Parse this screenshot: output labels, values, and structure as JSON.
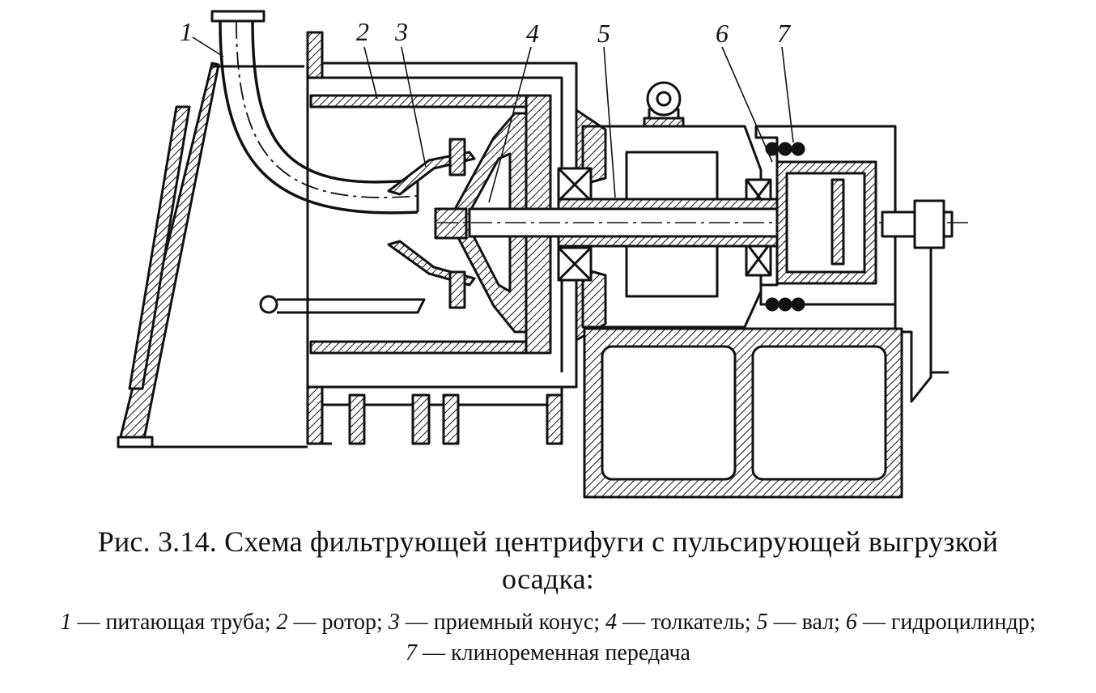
{
  "figure": {
    "callouts": [
      "1",
      "2",
      "3",
      "4",
      "5",
      "6",
      "7"
    ]
  },
  "caption": {
    "title_line1": "Рис. 3.14. Схема фильтрующей центрифуги с пульсирующей выгрузкой",
    "title_line2": "осадка:"
  },
  "legend": [
    {
      "num": "1",
      "text": " — питающая труба; "
    },
    {
      "num": "2",
      "text": " — ротор; "
    },
    {
      "num": "3",
      "text": " — приемный конус; "
    },
    {
      "num": "4",
      "text": " — толкатель; "
    },
    {
      "num": "5",
      "text": " — вал; "
    },
    {
      "num": "6",
      "text": " — гидроцилиндр; "
    },
    {
      "num": "7",
      "text": " — клиноременная передача"
    }
  ]
}
